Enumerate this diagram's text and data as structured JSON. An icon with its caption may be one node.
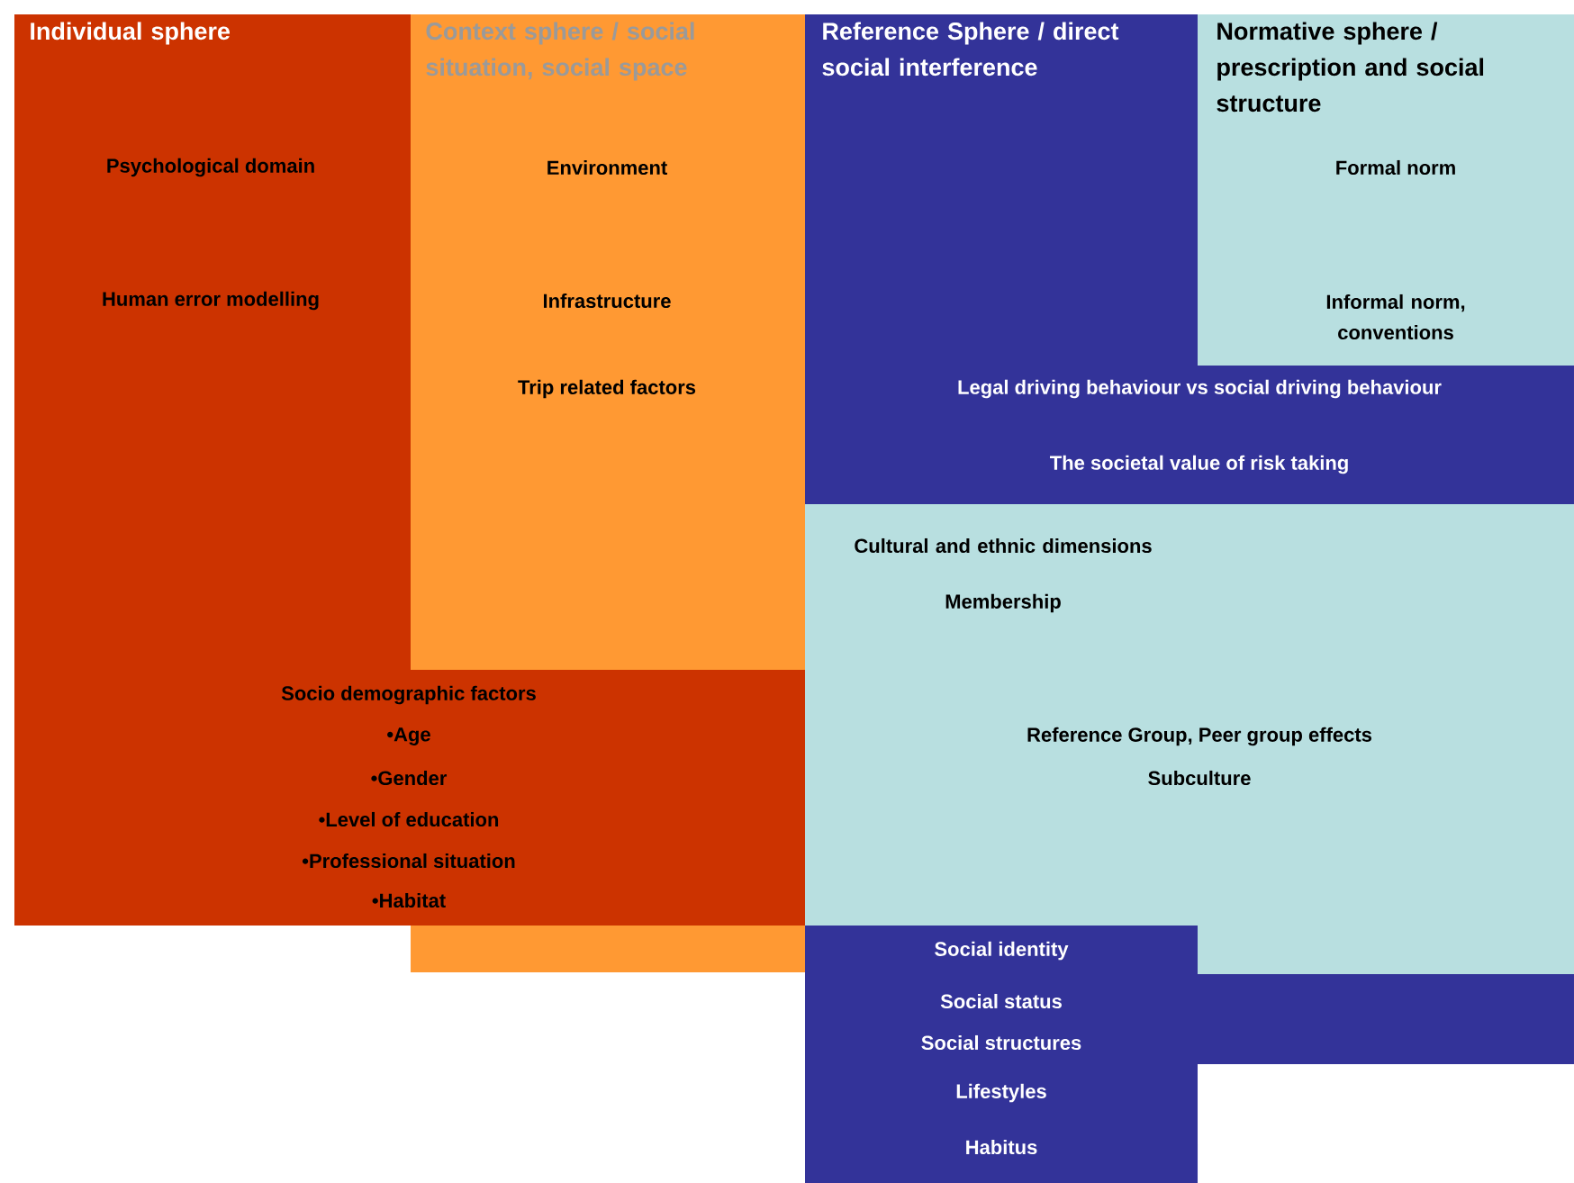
{
  "diagram": {
    "nodes": [
      {
        "text": [
          "Individual sphere",
          "Psychological domain",
          "Human error modelling",
          "Socio demographic factors",
          "•Age",
          "•Gender",
          "•Level of education",
          "•Professional situation",
          "•Habitat"
        ]
      },
      {
        "text": [
          "Context sphere / social situation, social space",
          "Environment",
          "Infrastructure",
          "Trip related factors"
        ]
      },
      {
        "text": [
          "Reference Sphere / direct social interference",
          "Legal driving behaviour vs social driving behaviour",
          "The societal value of risk taking"
        ]
      },
      {
        "text": [
          "Normative sphere / prescription and social structure",
          "Formal norm",
          "Informal norm, conventions"
        ]
      },
      {
        "text": [
          "Cultural and ethnic dimensions",
          "Membership",
          "Reference Group, Peer group effects",
          "Subculture"
        ]
      },
      {
        "text": [
          "Social identity",
          "Social status",
          "Social structures",
          "Lifestyles",
          "Habitus"
        ]
      }
    ]
  }
}
